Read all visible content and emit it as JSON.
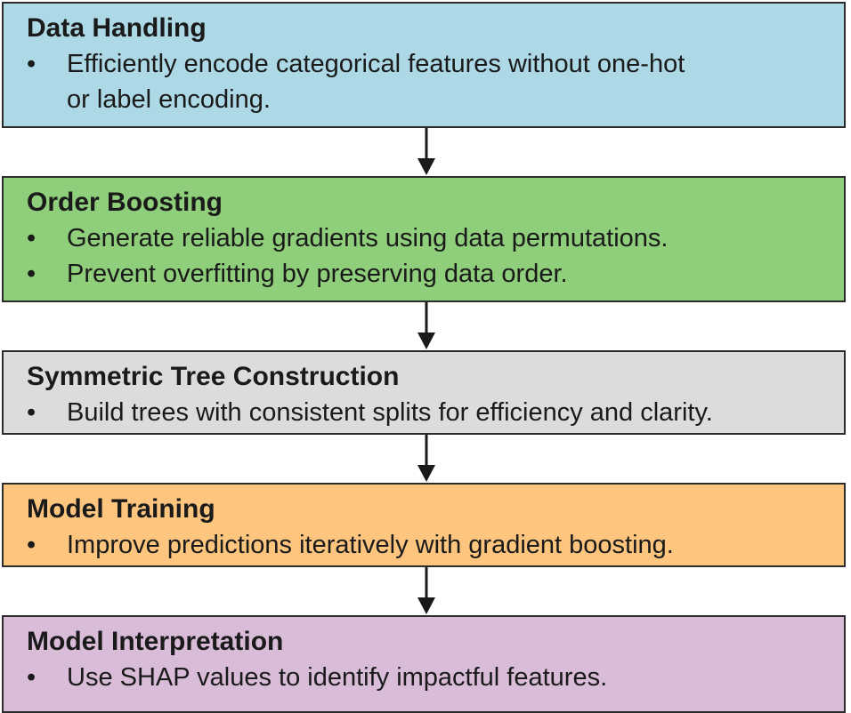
{
  "colors": {
    "data_handling": "#add8e6",
    "order_boosting": "#8fce7a",
    "symmetric_tree": "#dcdcdc",
    "model_training": "#fdc57d",
    "model_interpretation": "#d8bcd8",
    "border": "#2b2b2b",
    "arrow": "#1a1a1a"
  },
  "steps": [
    {
      "title": "Data Handling",
      "bullets": [
        "Efficiently encode categorical features without one-hot or label encoding."
      ]
    },
    {
      "title": "Order Boosting",
      "bullets": [
        "Generate reliable gradients using data permutations.",
        "Prevent overfitting by preserving data order."
      ]
    },
    {
      "title": "Symmetric Tree Construction",
      "bullets": [
        "Build trees with consistent splits for efficiency and clarity."
      ]
    },
    {
      "title": "Model Training",
      "bullets": [
        "Improve predictions iteratively with gradient boosting."
      ]
    },
    {
      "title": "Model Interpretation",
      "bullets": [
        "Use SHAP values to identify impactful features."
      ]
    }
  ],
  "bullet_symbol": "•"
}
